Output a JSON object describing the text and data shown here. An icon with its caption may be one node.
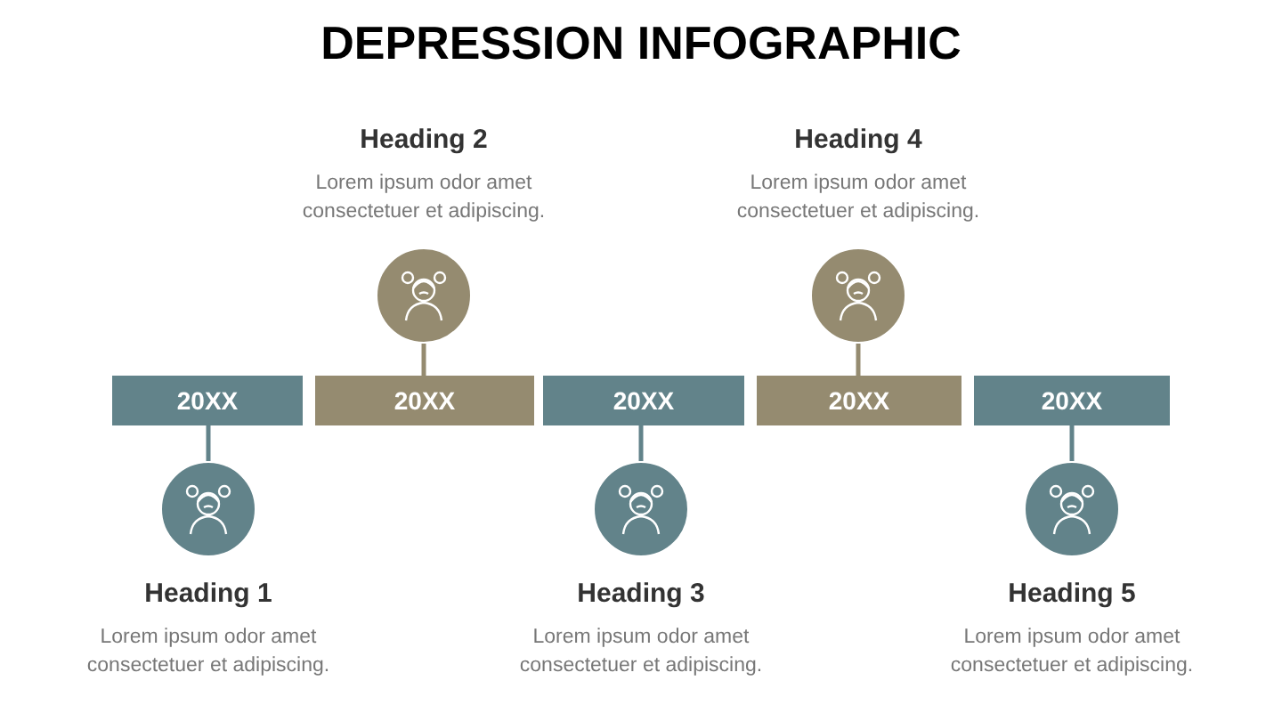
{
  "diagram": {
    "title": "DEPRESSION INFOGRAPHIC",
    "nodes": [
      {
        "text": [
          "20XX"
        ]
      },
      {
        "text": [
          "20XX"
        ]
      },
      {
        "text": [
          "20XX"
        ]
      },
      {
        "text": [
          "20XX"
        ]
      },
      {
        "text": [
          "20XX"
        ]
      },
      {
        "text": [],
        "shape": "circle",
        "beside": [
          "Heading 1",
          "Lorem ipsum odor amet consectetuer et adipiscing."
        ]
      },
      {
        "text": [],
        "shape": "circle",
        "beside": [
          "Heading 2",
          "Lorem ipsum odor amet consectetuer et adipiscing."
        ]
      },
      {
        "text": [],
        "shape": "circle",
        "beside": [
          "Heading 3",
          "Lorem ipsum odor amet consectetuer et adipiscing."
        ]
      },
      {
        "text": [],
        "shape": "circle",
        "beside": [
          "Heading 4",
          "Lorem ipsum odor amet consectetuer et adipiscing."
        ]
      },
      {
        "text": [],
        "shape": "circle",
        "beside": [
          "Heading 5",
          "Lorem ipsum odor amet consectetuer et adipiscing."
        ]
      }
    ],
    "edges": [
      {
        "from": 0,
        "to": 5,
        "arrow": "none"
      },
      {
        "from": 1,
        "to": 6,
        "arrow": "none"
      },
      {
        "from": 2,
        "to": 7,
        "arrow": "none"
      },
      {
        "from": 3,
        "to": 8,
        "arrow": "none"
      },
      {
        "from": 4,
        "to": 9,
        "arrow": "none"
      }
    ]
  }
}
